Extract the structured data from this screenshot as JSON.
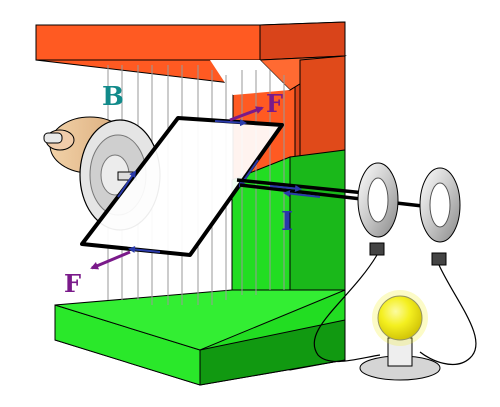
{
  "labels": {
    "field": "B",
    "force_top": "F",
    "force_bottom": "F",
    "current": "I"
  },
  "colors": {
    "north_pole": "#ff5a22",
    "north_pole_dark": "#c83a12",
    "south_pole": "#22dd22",
    "south_pole_dark": "#119911",
    "field_label": "#118a8a",
    "force_label": "#7a1a8a",
    "current_label": "#2a3aaa",
    "bulb": "#f5f020",
    "ring": "#c8c8c8"
  }
}
